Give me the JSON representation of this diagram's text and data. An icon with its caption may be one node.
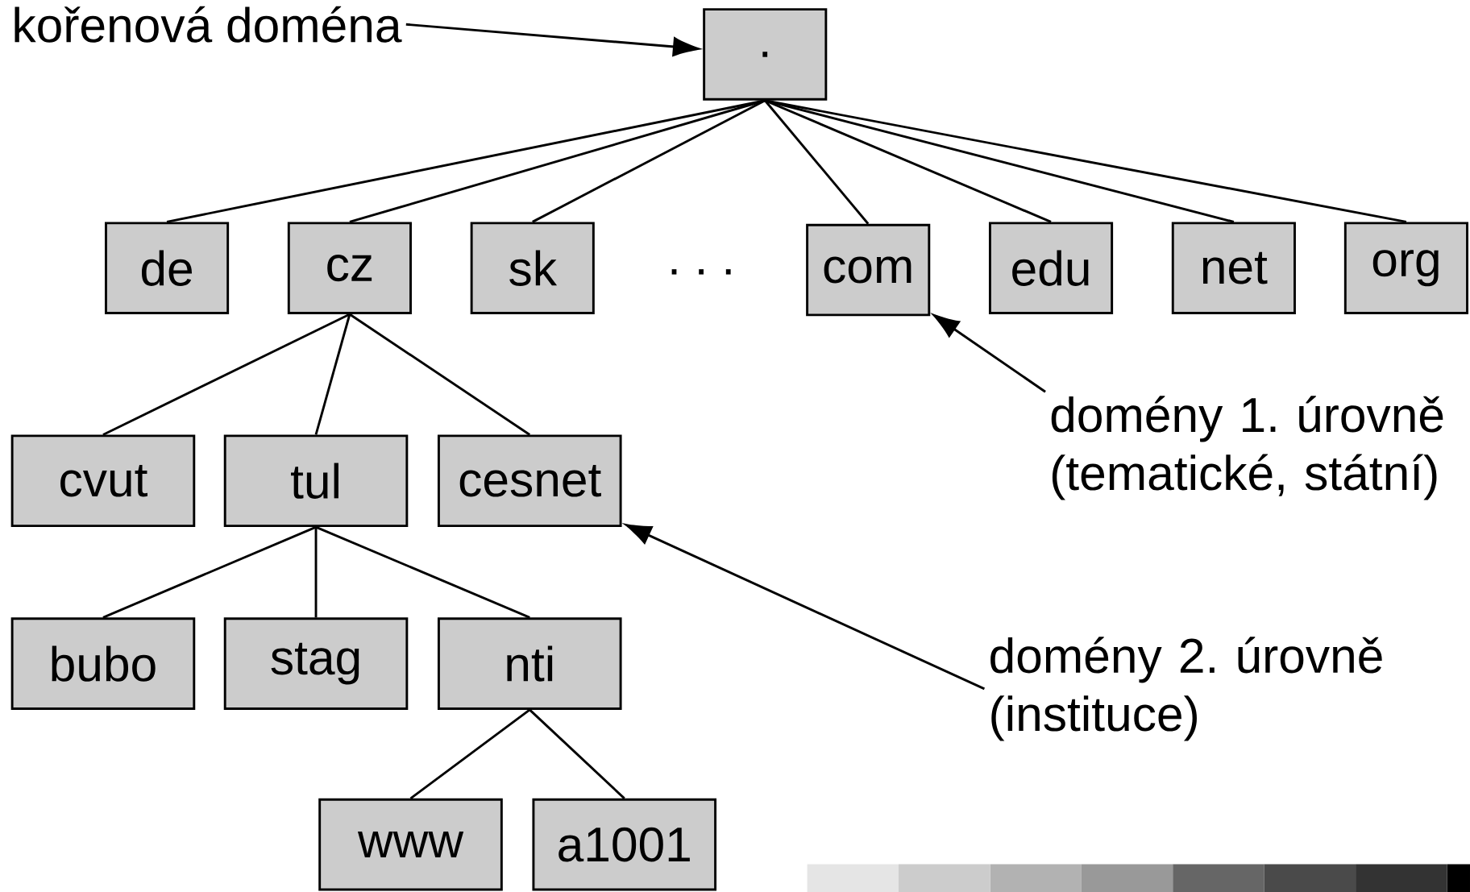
{
  "diagram": {
    "nodes": [
      {
        "text": [
          "kořenová doména"
        ]
      },
      {
        "text": [
          "."
        ]
      },
      {
        "text": [
          "de"
        ]
      },
      {
        "text": [
          "cz"
        ]
      },
      {
        "text": [
          "sk"
        ]
      },
      {
        "text": [
          "com"
        ]
      },
      {
        "text": [
          "edu"
        ]
      },
      {
        "text": [
          "net"
        ]
      },
      {
        "text": [
          "org"
        ]
      },
      {
        "text": [
          "domény 1. úrovně (tematické, státní)"
        ]
      },
      {
        "text": [
          "cvut"
        ]
      },
      {
        "text": [
          "tul"
        ]
      },
      {
        "text": [
          "cesnet"
        ]
      },
      {
        "text": [
          "domény 2. úrovně (instituce)"
        ]
      },
      {
        "text": [
          "bubo"
        ]
      },
      {
        "text": [
          "stag"
        ]
      },
      {
        "text": [
          "nti"
        ]
      },
      {
        "text": [
          "www"
        ]
      },
      {
        "text": [
          "a1001"
        ]
      }
    ],
    "edges": [
      {
        "from": 1,
        "to": 2,
        "arrow": "none"
      },
      {
        "from": 1,
        "to": 3,
        "arrow": "none"
      },
      {
        "from": 1,
        "to": 4,
        "arrow": "none"
      },
      {
        "from": 1,
        "to": 5,
        "arrow": "none"
      },
      {
        "from": 1,
        "to": 6,
        "arrow": "none"
      },
      {
        "from": 1,
        "to": 7,
        "arrow": "none"
      },
      {
        "from": 1,
        "to": 8,
        "arrow": "none"
      },
      {
        "from": 3,
        "to": 10,
        "arrow": "none"
      },
      {
        "from": 3,
        "to": 11,
        "arrow": "none"
      },
      {
        "from": 3,
        "to": 12,
        "arrow": "none"
      },
      {
        "from": 11,
        "to": 14,
        "arrow": "none"
      },
      {
        "from": 11,
        "to": 15,
        "arrow": "none"
      },
      {
        "from": 11,
        "to": 16,
        "arrow": "none"
      },
      {
        "from": 16,
        "to": 17,
        "arrow": "none"
      },
      {
        "from": 16,
        "to": 18,
        "arrow": "none"
      },
      {
        "from": 0,
        "to": 1,
        "arrow": "to"
      },
      {
        "from": 9,
        "to": 5,
        "arrow": "to"
      },
      {
        "from": 13,
        "to": 12,
        "arrow": "to"
      }
    ],
    "labels": [
      ". . ."
    ]
  }
}
